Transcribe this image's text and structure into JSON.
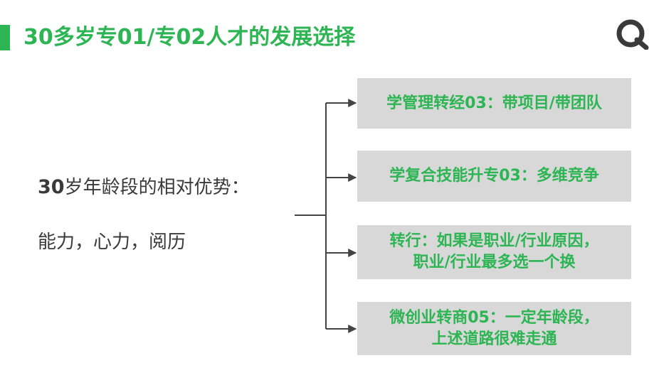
{
  "header": {
    "title": "30多岁专01/专02人才的发展选择",
    "accent_color": "#2db553",
    "logo_icon": "q-logo-icon"
  },
  "left": {
    "line1_lead": "30",
    "line1_rest": "岁年龄段的相对优势：",
    "line2": "能力，心力，阅历"
  },
  "options": [
    {
      "lines": [
        "学管理转经03：带项目/带团队"
      ]
    },
    {
      "lines": [
        "学复合技能升专03：多维竞争"
      ]
    },
    {
      "lines": [
        "转行：如果是职业/行业原因，",
        "职业/行业最多选一个换"
      ]
    },
    {
      "lines": [
        "微创业转商05：一定年龄段，",
        "上述道路很难走通"
      ]
    }
  ]
}
